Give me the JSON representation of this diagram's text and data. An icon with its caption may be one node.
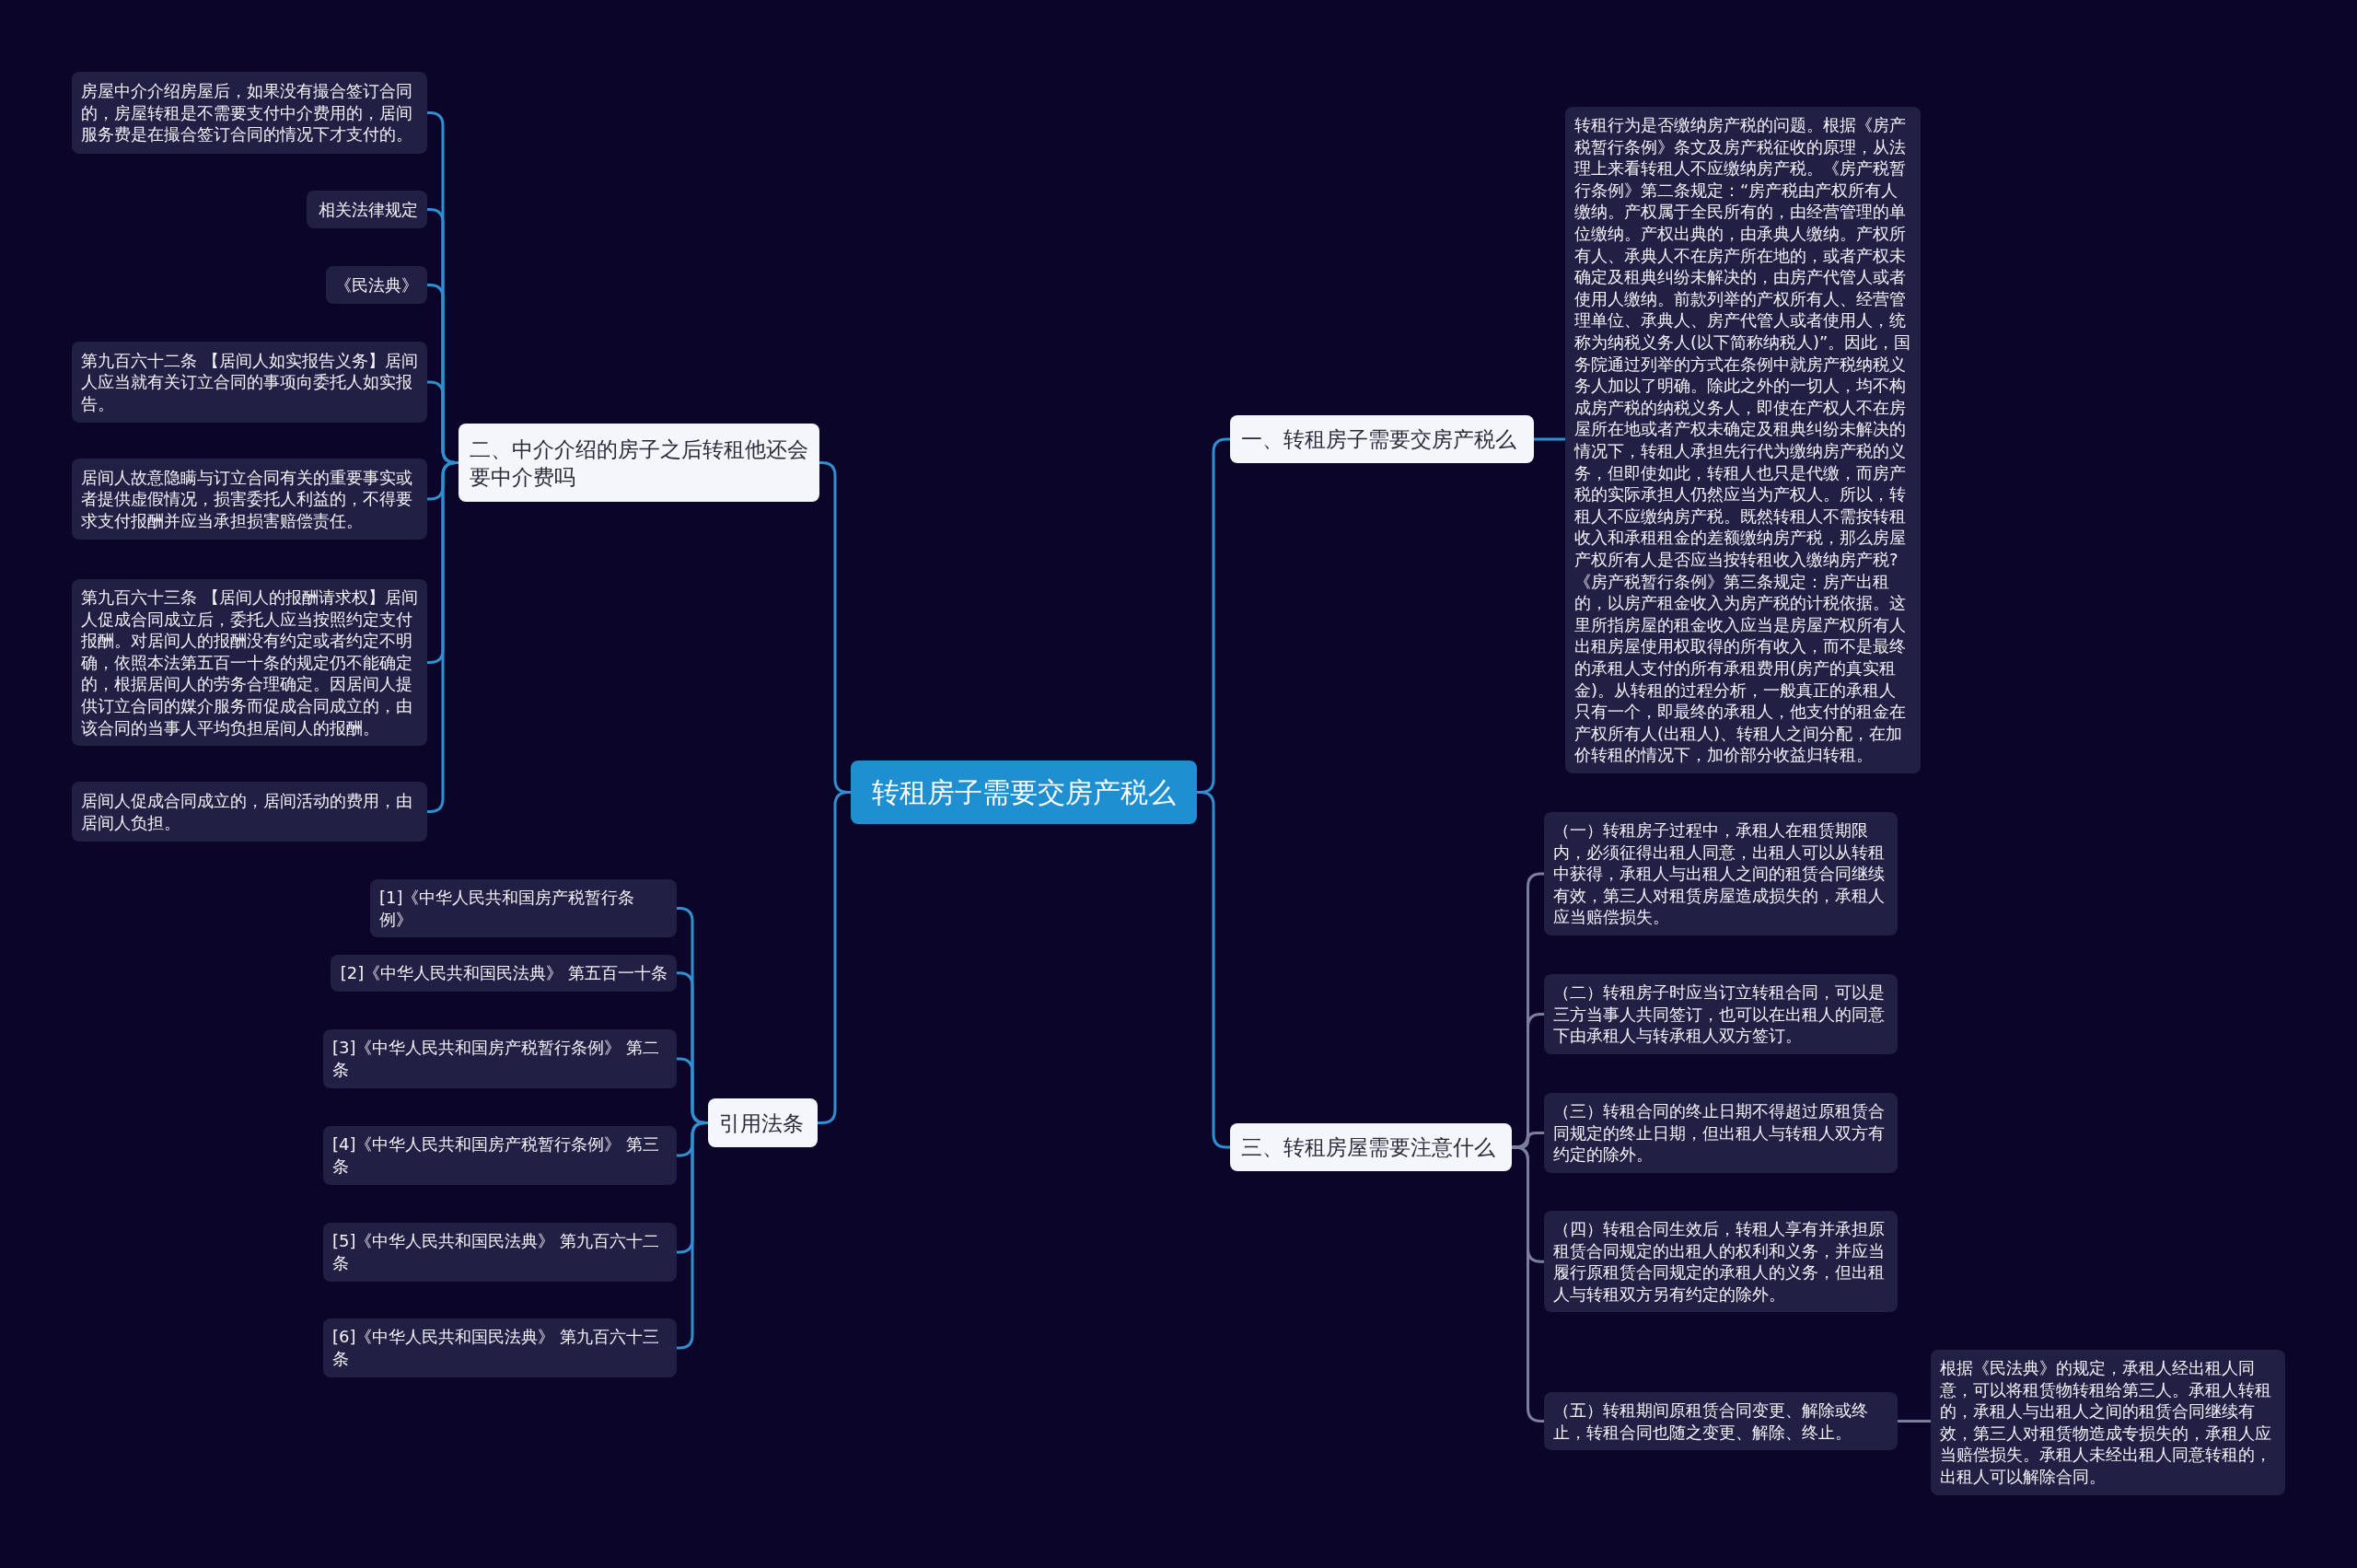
{
  "diagram": {
    "nodes": [
      {
        "text": [
          "转租房子需要交房产税么"
        ]
      },
      {
        "text": [
          "一、转租房子需要交房产税么"
        ]
      },
      {
        "text": [
          "转租行为是否缴纳房产税的问题。根据《房产税暂行条例》条文及房产税征收的原理，从法理上来看转租人不应缴纳房产税。《房产税暂行条例》第二条规定：“房产税由产权所有人缴纳。产权属于全民所有的，由经营管理的单位缴纳。产权出典的，由承典人缴纳。产权所有人、承典人不在房产所在地的，或者产权未确定及租典纠纷未解决的，由房产代管人或者使用人缴纳。前款列举的产权所有人、经营管理单位、承典人、房产代管人或者使用人，统称为纳税义务人(以下简称纳税人)”。因此，国务院通过列举的方式在条例中就房产税纳税义务人加以了明确。除此之外的一切人，均不构成房产税的纳税义务人，即使在产权人不在房屋所在地或者产权未确定及租典纠纷未解决的情况下，转租人承担先行代为缴纳房产税的义务，但即使如此，转租人也只是代缴，而房产税的实际承担人仍然应当为产权人。所以，转租人不应缴纳房产税。既然转租人不需按转租收入和承租租金的差额缴纳房产税，那么房屋产权所有人是否应当按转租收入缴纳房产税?《房产税暂行条例》第三条规定：房产出租的，以房产租金收入为房产税的计税依据。这里所指房屋的租金收入应当是房屋产权所有人出租房屋使用权取得的所有收入，而不是最终的承租人支付的所有承租费用(房产的真实租金)。从转租的过程分析，一般真正的承租人只有一个，即最终的承租人，他支付的租金在产权所有人(出租人)、转租人之间分配，在加价转租的情况下，加价部分收益归转租。"
        ]
      },
      {
        "text": [
          "三、转租房屋需要注意什么"
        ]
      },
      {
        "text": [
          "（一）转租房子过程中，承租人在租赁期限内，必须征得出租人同意，出租人可以从转租中获得，承租人与出租人之间的租赁合同继续有效，第三人对租赁房屋造成损失的，承租人应当赔偿损失。"
        ]
      },
      {
        "text": [
          "（二）转租房子时应当订立转租合同，可以是三方当事人共同签订，也可以在出租人的同意下由承租人与转承租人双方签订。"
        ]
      },
      {
        "text": [
          "（三）转租合同的终止日期不得超过原租赁合同规定的终止日期，但出租人与转租人双方有约定的除外。"
        ]
      },
      {
        "text": [
          "（四）转租合同生效后，转租人享有并承担原租赁合同规定的出租人的权利和义务，并应当履行原租赁合同规定的承租人的义务，但出租人与转租双方另有约定的除外。"
        ]
      },
      {
        "text": [
          "（五）转租期间原租赁合同变更、解除或终止，转租合同也随之变更、解除、终止。"
        ]
      },
      {
        "text": [
          "根据《民法典》的规定，承租人经出租人同意，可以将租赁物转租给第三人。承租人转租的，承租人与出租人之间的租赁合同继续有效，第三人对租赁物造成专损失的，承租人应当赔偿损失。承租人未经出租人同意转租的，出租人可以解除合同。"
        ]
      },
      {
        "text": [
          "二、中介介绍的房子之后转租他还会要中介费吗"
        ]
      },
      {
        "text": [
          "房屋中介介绍房屋后，如果没有撮合签订合同的，房屋转租是不需要支付中介费用的，居间服务费是在撮合签订合同的情况下才支付的。"
        ]
      },
      {
        "text": [
          "相关法律规定"
        ]
      },
      {
        "text": [
          "《民法典》"
        ]
      },
      {
        "text": [
          "第九百六十二条 【居间人如实报告义务】居间人应当就有关订立合同的事项向委托人如实报告。"
        ]
      },
      {
        "text": [
          "居间人故意隐瞒与订立合同有关的重要事实或者提供虚假情况，损害委托人利益的，不得要求支付报酬并应当承担损害赔偿责任。"
        ]
      },
      {
        "text": [
          "第九百六十三条 【居间人的报酬请求权】居间人促成合同成立后，委托人应当按照约定支付报酬。对居间人的报酬没有约定或者约定不明确，依照本法第五百一十条的规定仍不能确定的，根据居间人的劳务合理确定。因居间人提供订立合同的媒介服务而促成合同成立的，由该合同的当事人平均负担居间人的报酬。"
        ]
      },
      {
        "text": [
          "居间人促成合同成立的，居间活动的费用，由居间人负担。"
        ]
      },
      {
        "text": [
          "引用法条"
        ]
      },
      {
        "text": [
          "[1]《中华人民共和国房产税暂行条例》"
        ]
      },
      {
        "text": [
          "[2]《中华人民共和国民法典》 第五百一十条"
        ]
      },
      {
        "text": [
          "[3]《中华人民共和国房产税暂行条例》 第二条"
        ]
      },
      {
        "text": [
          "[4]《中华人民共和国房产税暂行条例》 第三条"
        ]
      },
      {
        "text": [
          "[5]《中华人民共和国民法典》 第九百六十二条"
        ]
      },
      {
        "text": [
          "[6]《中华人民共和国民法典》 第九百六十三条"
        ]
      }
    ],
    "edges": [
      {
        "from": 0,
        "to": 1,
        "arrow": "none"
      },
      {
        "from": 1,
        "to": 2,
        "arrow": "none"
      },
      {
        "from": 0,
        "to": 3,
        "arrow": "none"
      },
      {
        "from": 3,
        "to": 4,
        "arrow": "none",
        "color": "#7c7f9c"
      },
      {
        "from": 3,
        "to": 5,
        "arrow": "none",
        "color": "#7c7f9c"
      },
      {
        "from": 3,
        "to": 6,
        "arrow": "none",
        "color": "#7c7f9c"
      },
      {
        "from": 3,
        "to": 7,
        "arrow": "none",
        "color": "#7c7f9c"
      },
      {
        "from": 3,
        "to": 8,
        "arrow": "none",
        "color": "#7c7f9c"
      },
      {
        "from": 8,
        "to": 9,
        "arrow": "none",
        "color": "#7c7f9c"
      },
      {
        "from": 0,
        "to": 10,
        "arrow": "none"
      },
      {
        "from": 10,
        "to": 11,
        "arrow": "none"
      },
      {
        "from": 10,
        "to": 12,
        "arrow": "none"
      },
      {
        "from": 10,
        "to": 13,
        "arrow": "none"
      },
      {
        "from": 10,
        "to": 14,
        "arrow": "none"
      },
      {
        "from": 10,
        "to": 15,
        "arrow": "none"
      },
      {
        "from": 10,
        "to": 16,
        "arrow": "none"
      },
      {
        "from": 10,
        "to": 17,
        "arrow": "none"
      },
      {
        "from": 0,
        "to": 18,
        "arrow": "none"
      },
      {
        "from": 18,
        "to": 19,
        "arrow": "none"
      },
      {
        "from": 18,
        "to": 20,
        "arrow": "none"
      },
      {
        "from": 18,
        "to": 21,
        "arrow": "none"
      },
      {
        "from": 18,
        "to": 22,
        "arrow": "none"
      },
      {
        "from": 18,
        "to": 23,
        "arrow": "none"
      },
      {
        "from": 18,
        "to": 24,
        "arrow": "none"
      }
    ]
  }
}
